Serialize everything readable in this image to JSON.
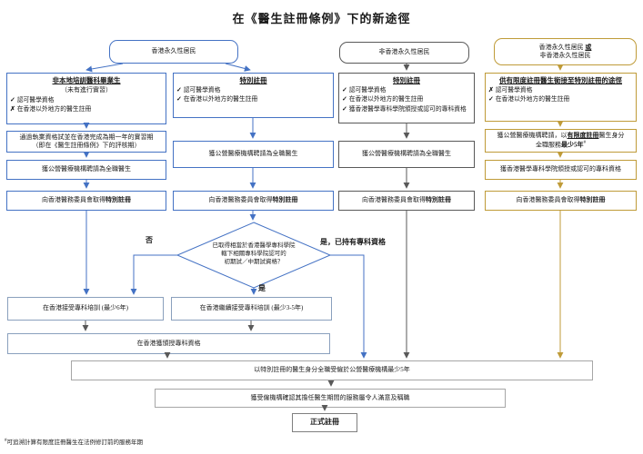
{
  "title": "在《醫生註冊條例》下的新途徑",
  "palette": {
    "blue": "#4472c4",
    "dark": "#595959",
    "gold": "#bf9b38",
    "gray": "#a6a6a6",
    "graydark": "#7f7f7f",
    "grayblue": "#8aa0bd"
  },
  "top": {
    "hk": "香港永久性居民",
    "non_hk": "非香港永久性居民",
    "mixed_l1a": "香港永久性居民 ",
    "mixed_l1b": "或",
    "mixed_l2": "非香港永久性居民"
  },
  "common": {
    "employed_fulltime": "獲公營醫療機構聘請為全職醫生",
    "register_pre": "向香港醫務委員會取得",
    "register_bold": "特別註冊",
    "academy_qualification": "獲香港醫學專科學院頒授或認可的專科資格"
  },
  "col1": {
    "header_title": "非本地培訓醫科畢業生",
    "header_sub": "（未有進行實習）",
    "criteria": [
      {
        "mark": "✓",
        "text": "認可醫學資格"
      },
      {
        "mark": "✗",
        "text": "在香港以外地方的醫生註冊"
      }
    ],
    "exam_line1": "通過執業資格試並在香港完成為期一年的實習期",
    "exam_line2": "（即在《醫生註冊條例》下的評核期）"
  },
  "col2": {
    "header_title": "特別註冊",
    "criteria": [
      {
        "mark": "✓",
        "text": "認可醫學資格"
      },
      {
        "mark": "✓",
        "text": "在香港以外地方的醫生註冊"
      }
    ]
  },
  "col3": {
    "header_title": "特別註冊",
    "criteria": [
      {
        "mark": "✓",
        "text": "認可醫學資格"
      },
      {
        "mark": "✓",
        "text": "在香港以外地方的醫生註冊"
      },
      {
        "mark": "✓",
        "text": "獲香港醫學專科學院頒授或認可的專科資格"
      }
    ]
  },
  "col4": {
    "header_title": "供有限度註冊醫生銜接至特別註冊的途徑",
    "criteria": [
      {
        "mark": "✗",
        "text": "認可醫學資格"
      },
      {
        "mark": "✓",
        "text": "在香港以外地方的醫生註冊"
      }
    ],
    "service_p1": "獲公營醫療機構聘請，以",
    "service_p2": "有限度註冊",
    "service_p3": "醫生身分",
    "service_p4": "全職服務",
    "service_p5": "最少5年",
    "service_sup": "#"
  },
  "decision": {
    "line1": "已取得相當於香港醫學專科學院",
    "line2": "轄下相關專科學院認可的",
    "line3": "初期試／中期試資格？",
    "no": "否",
    "yes": "是",
    "yes_specialist": "是，已持有專科資格"
  },
  "bottom": {
    "train6": "在香港接受專科培訓 (最少6年)",
    "train35": "在香港繼續接受專科培訓 (最少3-5年)",
    "awarded": "在香港獲頒授專科資格",
    "employed5y": "以特別註冊的醫生身分全職受僱於公營醫療機構最少5年",
    "confirmed": "獲受僱機構確認其擔任醫生期間的服務屬令人滿意及稱職",
    "formal": "正式註冊",
    "footnote_sup": "#",
    "footnote": "可追溯計算有限度註冊醫生在法例修訂前的服務年期"
  }
}
